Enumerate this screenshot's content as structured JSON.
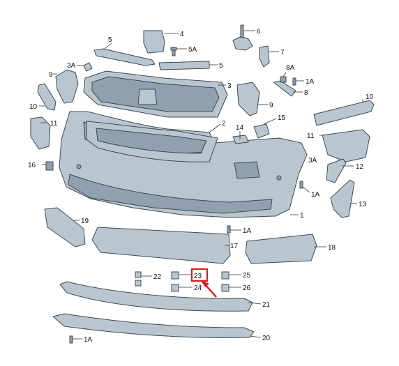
{
  "colors": {
    "part_fill": "#b9c6cf",
    "part_fill_dark": "#8fa1ad",
    "part_stroke": "#3d4a55",
    "highlight": "#e0161b",
    "leader": "#333333",
    "label": "#111111",
    "background": "#ffffff"
  },
  "callouts": [
    {
      "id": "c1",
      "text": "1"
    },
    {
      "id": "c2",
      "text": "2"
    },
    {
      "id": "c3",
      "text": "3"
    },
    {
      "id": "c3a-left",
      "text": "3A"
    },
    {
      "id": "c3a-right",
      "text": "3A"
    },
    {
      "id": "c4",
      "text": "4"
    },
    {
      "id": "c5-top",
      "text": "5"
    },
    {
      "id": "c5a",
      "text": "5A"
    },
    {
      "id": "c5-right",
      "text": "5"
    },
    {
      "id": "c6",
      "text": "6"
    },
    {
      "id": "c7",
      "text": "7"
    },
    {
      "id": "c8",
      "text": "8"
    },
    {
      "id": "c8a",
      "text": "8A"
    },
    {
      "id": "c1a-top",
      "text": "1A"
    },
    {
      "id": "c9-left",
      "text": "9"
    },
    {
      "id": "c9-right",
      "text": "9"
    },
    {
      "id": "c10-left",
      "text": "10"
    },
    {
      "id": "c10-right",
      "text": "10"
    },
    {
      "id": "c11-left",
      "text": "11"
    },
    {
      "id": "c11-right",
      "text": "11"
    },
    {
      "id": "c12",
      "text": "12"
    },
    {
      "id": "c1a-right",
      "text": "1A"
    },
    {
      "id": "c13",
      "text": "13"
    },
    {
      "id": "c14",
      "text": "14"
    },
    {
      "id": "c15",
      "text": "15"
    },
    {
      "id": "c16",
      "text": "16"
    },
    {
      "id": "c17",
      "text": "17"
    },
    {
      "id": "c1a-mid",
      "text": "1A"
    },
    {
      "id": "c18",
      "text": "18"
    },
    {
      "id": "c19",
      "text": "19"
    },
    {
      "id": "c20",
      "text": "20"
    },
    {
      "id": "c1a-bottom",
      "text": "1A"
    },
    {
      "id": "c21",
      "text": "21"
    },
    {
      "id": "c22",
      "text": "22"
    },
    {
      "id": "c23",
      "text": "23"
    },
    {
      "id": "c24",
      "text": "24"
    },
    {
      "id": "c25",
      "text": "25"
    },
    {
      "id": "c26",
      "text": "26"
    }
  ]
}
